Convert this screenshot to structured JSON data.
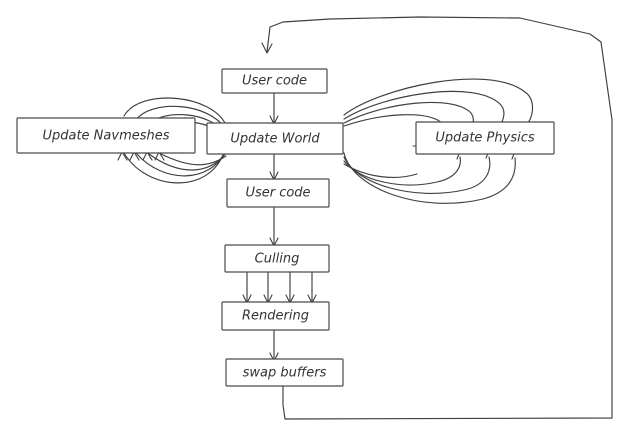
{
  "diagram": {
    "nodes": {
      "user_code_top": "User code",
      "update_navmeshes": "Update Navmeshes",
      "update_world": "Update World",
      "update_physics": "Update Physics",
      "user_code_bottom": "User code",
      "culling": "Culling",
      "rendering": "Rendering",
      "swap_buffers": "swap buffers"
    }
  },
  "style": {
    "stroke_color": "#3f3f3f",
    "paper_color": "#ffffff"
  }
}
